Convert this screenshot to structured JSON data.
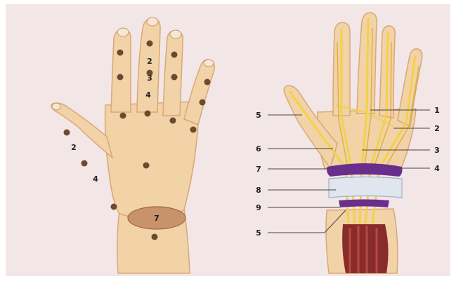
{
  "left_hand": {
    "finger_labels": [
      "2",
      "3",
      "4"
    ],
    "thumb_labels": [
      "2",
      "4"
    ],
    "palm_oval_label": "7"
  },
  "right_hand": {
    "left_labels": [
      "5",
      "6",
      "7",
      "8",
      "9",
      "5"
    ],
    "right_labels": [
      "1",
      "2",
      "3",
      "4"
    ]
  },
  "colors": {
    "background": "#f3e6e7",
    "skin": "#f2d2a7",
    "skin_shadow": "#d9a877",
    "tendon": "#f2d24a",
    "band_purple": "#6a2e8c",
    "band_white": "#dfe6ee",
    "muscle": "#8a2b2b"
  }
}
